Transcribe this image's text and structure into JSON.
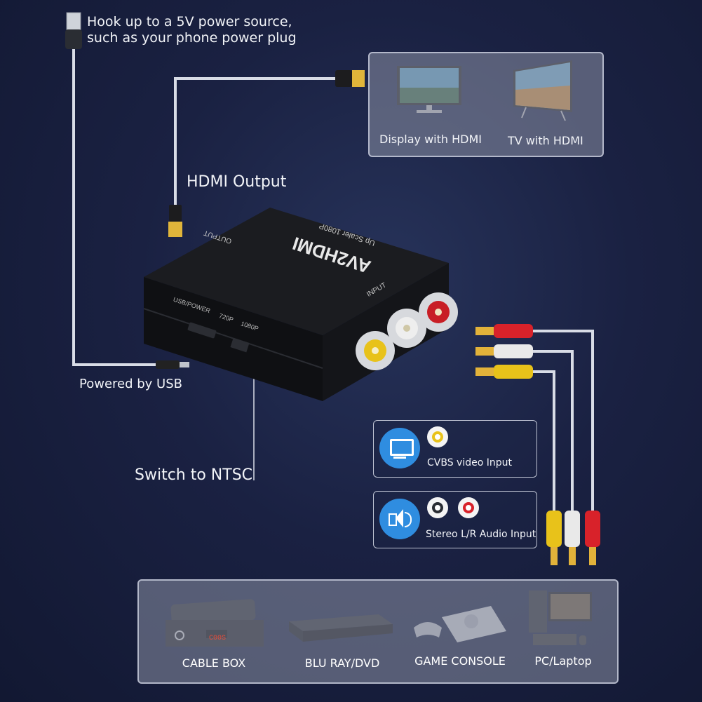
{
  "power": {
    "line1": "Hook up to a 5V power source,",
    "line2": "such as your phone power plug"
  },
  "hdmi_output_label": "HDMI Output",
  "powered_by_usb_label": "Powered by USB",
  "switch_label": "Switch to NTSC",
  "displays": [
    {
      "label": "Display with HDMI"
    },
    {
      "label": "TV with HDMI"
    }
  ],
  "device": {
    "name": "AV2HDMI",
    "subtitle": "Up Scaler 1080P",
    "output": "OUTPUT",
    "input": "INPUT",
    "usb_power": "USB/POWER",
    "res_720": "720P",
    "res_1080": "1080P"
  },
  "inputs": {
    "cvbs_label": "CVBS video Input",
    "stereo_label": "Stereo L/R Audio Input"
  },
  "sources": [
    {
      "label": "CABLE BOX"
    },
    {
      "label": "BLU RAY/DVD"
    },
    {
      "label": "GAME CONSOLE"
    },
    {
      "label": "PC/Laptop"
    }
  ],
  "cable_box_display": "C00S",
  "colors": {
    "accent_blue": "#2f8de0",
    "rca_yellow": "#e8c21a",
    "rca_white": "#e9e9e9",
    "rca_red": "#d8222a"
  }
}
